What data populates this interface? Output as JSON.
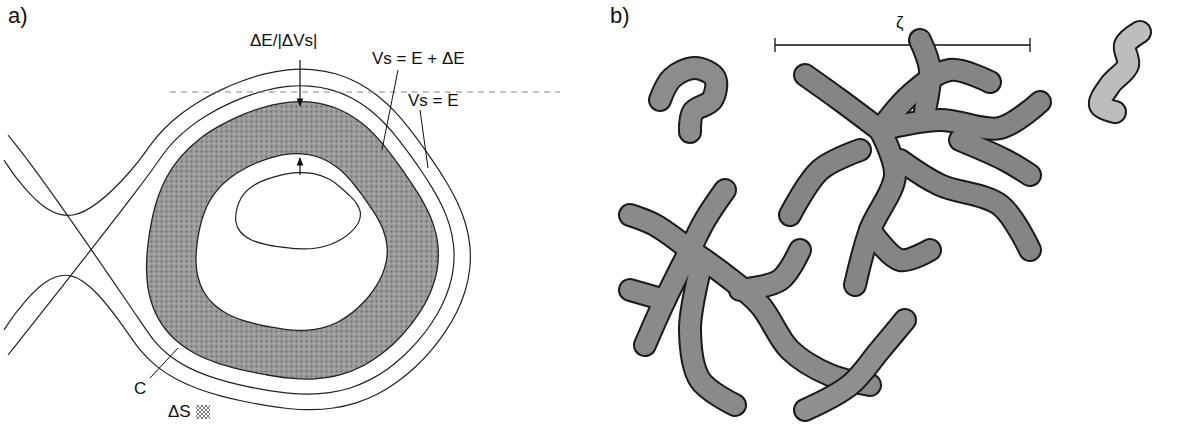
{
  "diagram": {
    "labels": [
      "a)",
      "ΔE/|ΔVs|",
      "Vs = E + ΔE",
      "Vs = E",
      "C",
      "ΔS",
      "b)",
      "ζ"
    ]
  }
}
